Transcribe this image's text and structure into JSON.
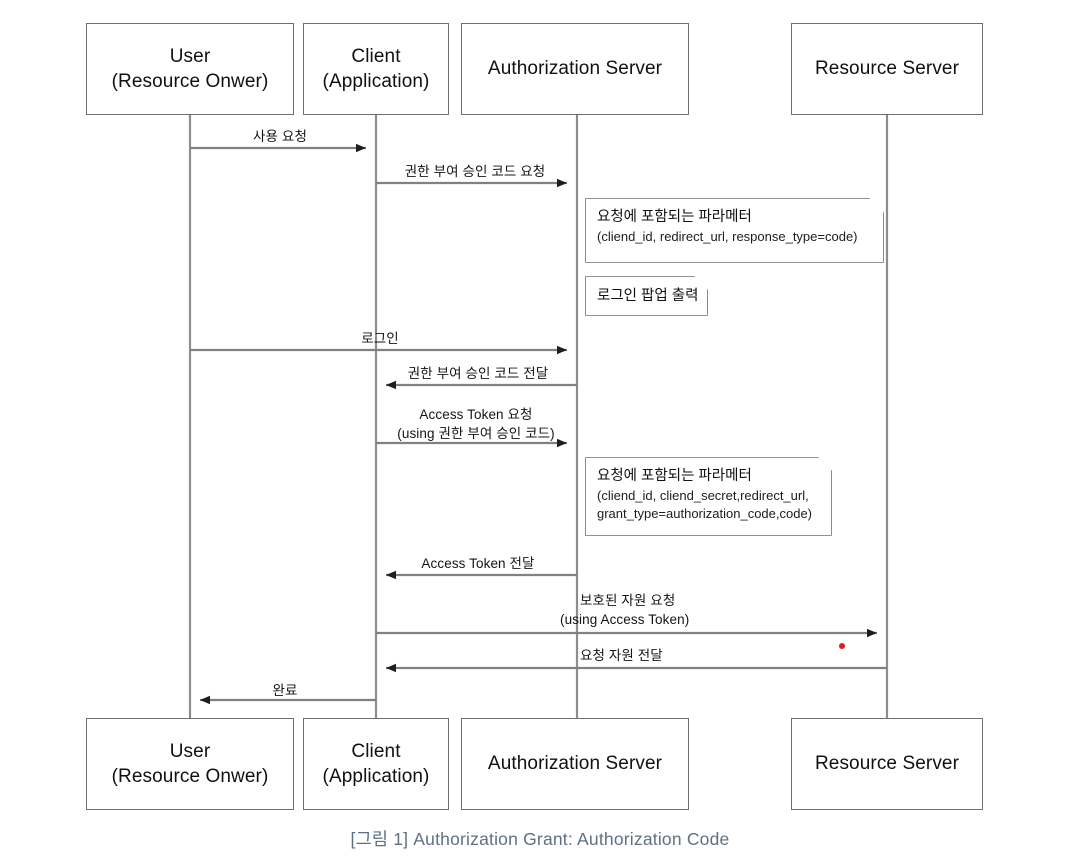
{
  "diagram": {
    "title_caption": "[그림 1]  Authorization Grant: Authorization Code",
    "participants": [
      {
        "id": "user",
        "line1": "User",
        "line2": "(Resource Onwer)"
      },
      {
        "id": "client",
        "line1": "Client",
        "line2": "(Application)"
      },
      {
        "id": "authsrv",
        "line1": "Authorization Server",
        "line2": ""
      },
      {
        "id": "resourcesrv",
        "line1": "Resource Server",
        "line2": ""
      }
    ],
    "messages": [
      {
        "id": "m1",
        "label": "사용 요청",
        "label2": "",
        "from": "user",
        "to": "client"
      },
      {
        "id": "m2",
        "label": "권한 부여 승인 코드 요청",
        "label2": "",
        "from": "client",
        "to": "authsrv"
      },
      {
        "id": "m3",
        "label": "로그인",
        "label2": "",
        "from": "user",
        "to": "authsrv"
      },
      {
        "id": "m4",
        "label": "권한 부여 승인 코드 전달",
        "label2": "",
        "from": "authsrv",
        "to": "client"
      },
      {
        "id": "m5",
        "label": "Access Token 요청",
        "label2": "(using 권한 부여 승인 코드)",
        "from": "client",
        "to": "authsrv"
      },
      {
        "id": "m6",
        "label": "Access Token 전달",
        "label2": "",
        "from": "authsrv",
        "to": "client"
      },
      {
        "id": "m7",
        "label": "보호된 자원 요청",
        "label2": "(using Access Token)",
        "from": "client",
        "to": "resourcesrv"
      },
      {
        "id": "m8",
        "label": "요청 자원 전달",
        "label2": "",
        "from": "resourcesrv",
        "to": "client"
      },
      {
        "id": "m9",
        "label": "완료",
        "label2": "",
        "from": "client",
        "to": "user"
      }
    ],
    "notes": [
      {
        "id": "n1",
        "title": "요청에 포함되는 파라메터",
        "lines": [
          "(cliend_id, redirect_url, response_type=code)"
        ]
      },
      {
        "id": "n2",
        "title": "로그인 팝업 출력",
        "lines": []
      },
      {
        "id": "n3",
        "title": "요청에 포함되는 파라메터",
        "lines": [
          "(cliend_id, cliend_secret,redirect_url,",
          "grant_type=authorization_code,code)"
        ]
      }
    ],
    "marker": {
      "name": "red-dot-marker",
      "color": "#e31b1b"
    },
    "colors": {
      "box_border": "#6e6e6e",
      "lifeline": "#8a8a8a",
      "arrow": "#707070",
      "text": "#111111",
      "caption": "#5f7083"
    }
  }
}
